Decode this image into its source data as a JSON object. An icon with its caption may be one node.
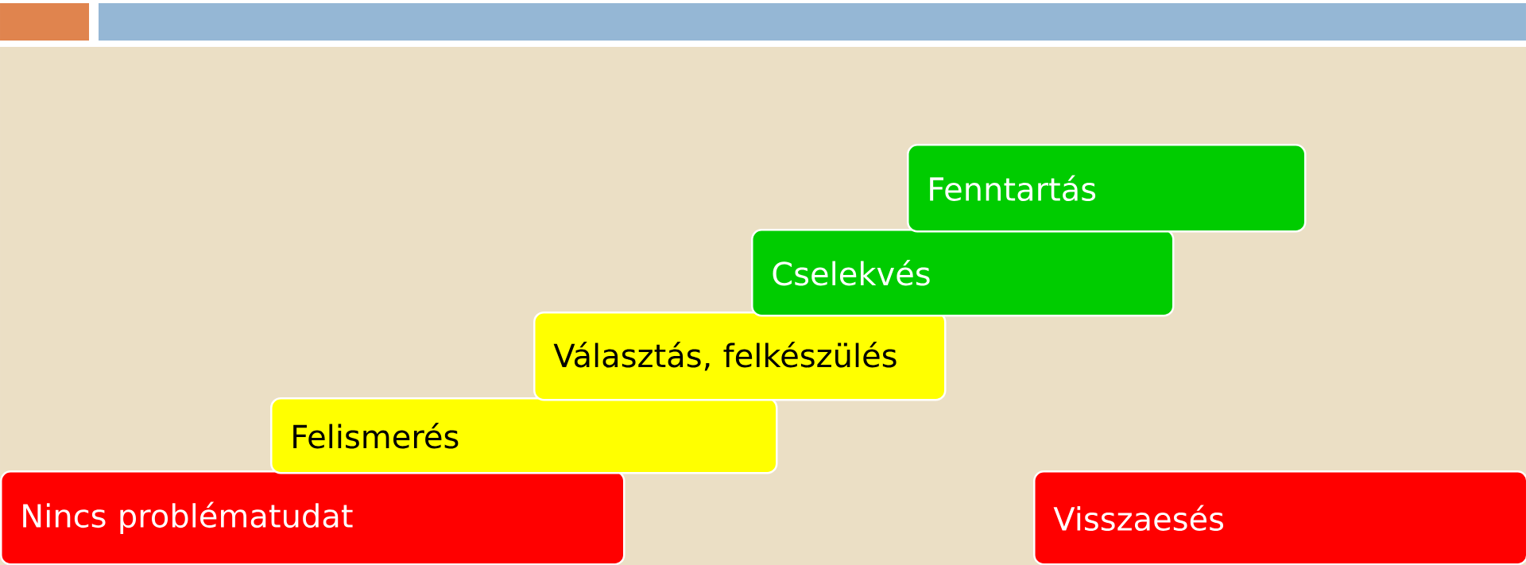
{
  "diagram": {
    "nodes": [
      {
        "text": [
          "Nincs problématudat"
        ]
      },
      {
        "text": [
          "Felismerés"
        ]
      },
      {
        "text": [
          "Választás, felkészülés"
        ]
      },
      {
        "text": [
          "Cselekvés"
        ]
      },
      {
        "text": [
          "Fenntartás"
        ]
      },
      {
        "text": [
          "Visszaesés"
        ]
      }
    ]
  }
}
